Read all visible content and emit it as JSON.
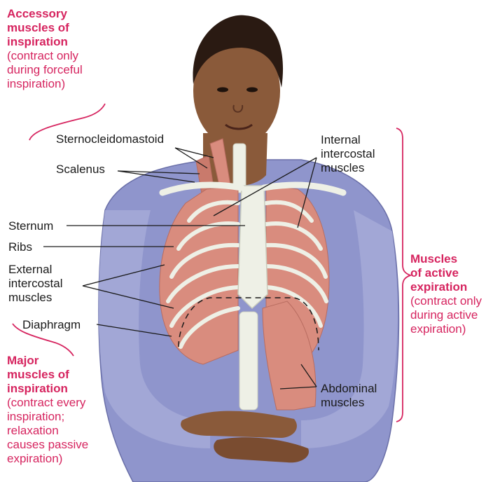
{
  "colors": {
    "accent": "#d6245f",
    "label_text": "#1a1a1a",
    "skin": "#8a5a3a",
    "shirt": "#8f95cc",
    "muscle": "#d98c7e",
    "bone": "#eef0e6"
  },
  "groups": {
    "accessory": {
      "title": [
        "Accessory",
        "muscles of",
        "inspiration"
      ],
      "note": [
        "(contract only",
        "during forceful",
        "inspiration)"
      ]
    },
    "major": {
      "title": [
        "Major",
        "muscles of",
        "inspiration"
      ],
      "note": [
        "(contract every",
        "inspiration;",
        "relaxation",
        "causes passive",
        "expiration)"
      ]
    },
    "active_expiration": {
      "title": [
        "Muscles",
        "of active",
        "expiration"
      ],
      "note": [
        "(contract only",
        "during active",
        "expiration)"
      ]
    }
  },
  "labels": {
    "sternocleidomastoid": "Sternocleidomastoid",
    "scalenus": "Scalenus",
    "sternum": "Sternum",
    "ribs": "Ribs",
    "external_intercostal": [
      "External",
      "intercostal",
      "muscles"
    ],
    "diaphragm": "Diaphragm",
    "internal_intercostal": [
      "Internal",
      "intercostal",
      "muscles"
    ],
    "abdominal": [
      "Abdominal",
      "muscles"
    ]
  }
}
